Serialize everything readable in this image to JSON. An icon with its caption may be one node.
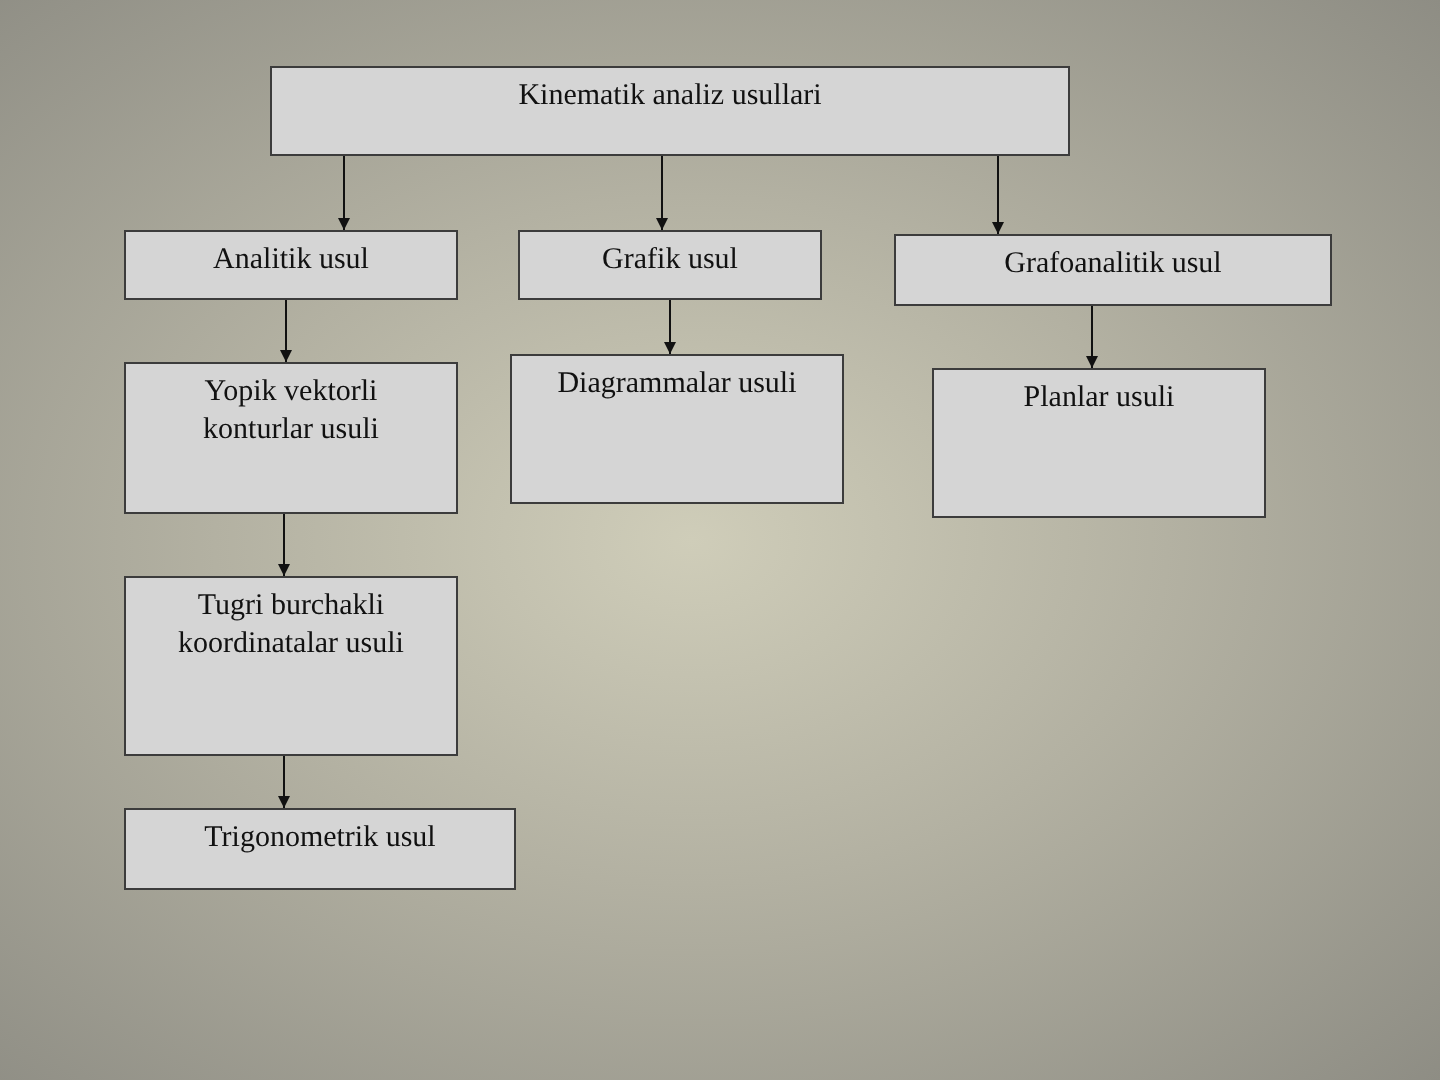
{
  "diagram": {
    "nodes": [
      {
        "text": [
          "Kinematik analiz usullari"
        ]
      },
      {
        "text": [
          "Analitik usul"
        ]
      },
      {
        "text": [
          "Grafik usul"
        ]
      },
      {
        "text": [
          "Grafoanalitik usul"
        ]
      },
      {
        "text": [
          "Yopik vektorli konturlar usuli"
        ]
      },
      {
        "text": [
          "Diagrammalar usuli"
        ]
      },
      {
        "text": [
          "Planlar usuli"
        ]
      },
      {
        "text": [
          "Tugri burchakli koordinatalar usuli"
        ]
      },
      {
        "text": [
          "Trigonometrik usul"
        ]
      }
    ],
    "edges": [
      {
        "from": 0,
        "to": 1,
        "arrow": "to"
      },
      {
        "from": 0,
        "to": 2,
        "arrow": "to"
      },
      {
        "from": 0,
        "to": 3,
        "arrow": "to"
      },
      {
        "from": 1,
        "to": 4,
        "arrow": "to"
      },
      {
        "from": 2,
        "to": 5,
        "arrow": "to"
      },
      {
        "from": 3,
        "to": 6,
        "arrow": "to"
      },
      {
        "from": 4,
        "to": 7,
        "arrow": "to"
      },
      {
        "from": 7,
        "to": 8,
        "arrow": "to"
      }
    ]
  }
}
